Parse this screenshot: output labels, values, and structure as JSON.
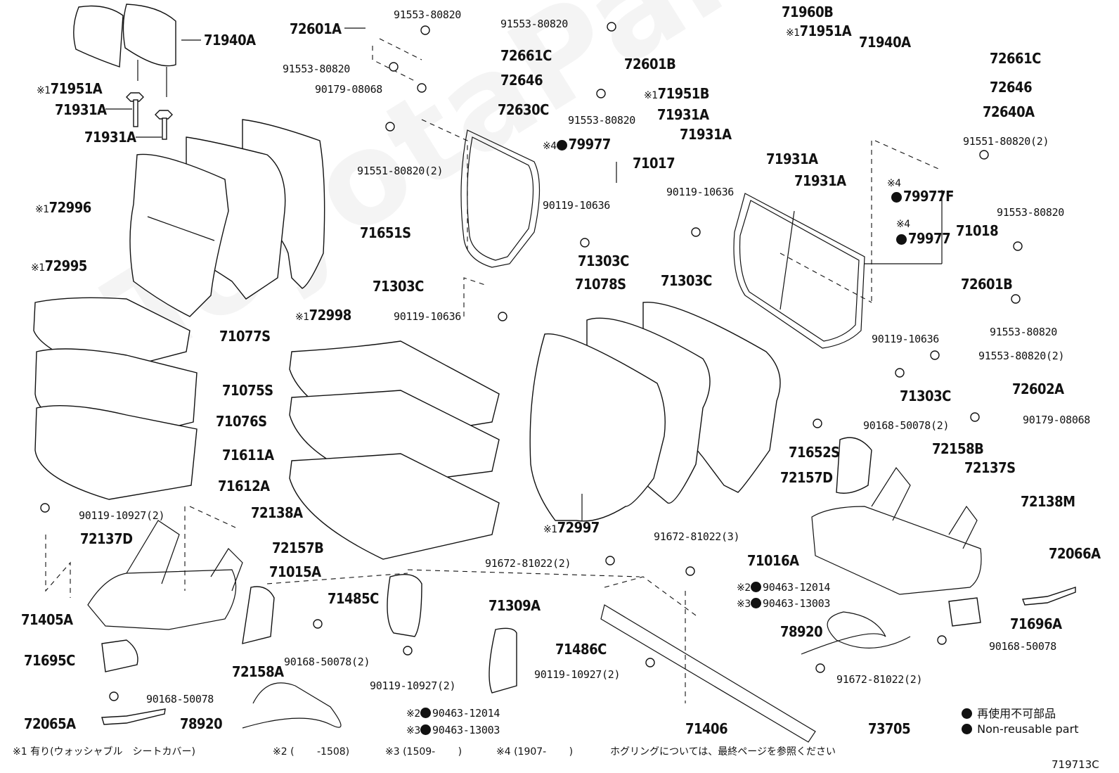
{
  "diagram": {
    "watermark": "ToyotaParts",
    "code": "719713C",
    "labels": {
      "l71940A_1": "71940A",
      "l71951A_1": "71951A",
      "l71931A_1": "71931A",
      "l71931A_2": "71931A",
      "l72601A": "72601A",
      "l91553_1": "91553-80820",
      "l91553_2": "91553-80820",
      "l90179_1": "90179-08068",
      "l72661C_1": "72661C",
      "l72646_1": "72646",
      "l72630C": "72630C",
      "l91553_3": "91553-80820",
      "l72601B_1": "72601B",
      "l91553_4": "91553-80820",
      "l71960B": "71960B",
      "l71951B": "71951B",
      "l71931A_3": "71931A",
      "l71931A_4": "71931A",
      "l71951A_2": "71951A",
      "l71940A_2": "71940A",
      "l71931A_5": "71931A",
      "l71931A_6": "71931A",
      "l72661C_2": "72661C",
      "l72646_2": "72646",
      "l72640A": "72640A",
      "l91551_2": "91551-80820(2)",
      "l91551_1": "91551-80820(2)",
      "l79977_1": "79977",
      "l71017": "71017",
      "l72996": "72996",
      "l71651S": "71651S",
      "l90119_10636_1": "90119-10636",
      "l71303C_1": "71303C",
      "l90119_10636_2": "90119-10636",
      "l71303C_2": "71303C",
      "l79977F": "79977F",
      "l79977_2": "79977",
      "l71018": "71018",
      "l91553_5": "91553-80820",
      "l72601B_2": "72601B",
      "l91553_6": "91553-80820",
      "l72995": "72995",
      "l71303C_3": "71303C",
      "l90119_10636_3": "90119-10636",
      "l71078S": "71078S",
      "l71077S": "71077S",
      "l72998": "72998",
      "l90119_10636_4": "90119-10636",
      "l91553_7": "91553-80820(2)",
      "l71303C_4": "71303C",
      "l72602A": "72602A",
      "l90179_2": "90179-08068",
      "l71075S": "71075S",
      "l71076S": "71076S",
      "l90168_1": "90168-50078(2)",
      "l71611A": "71611A",
      "l71652S": "71652S",
      "l72158B": "72158B",
      "l72157D": "72157D",
      "l72137S": "72137S",
      "l71612A": "71612A",
      "l72138M": "72138M",
      "l90119_10927_1": "90119-10927(2)",
      "l72138A": "72138A",
      "l72137D": "72137D",
      "l72157B": "72157B",
      "l72997": "72997",
      "l91672_3": "91672-81022(3)",
      "l71016A": "71016A",
      "l72066A": "72066A",
      "l91672_2a": "91672-81022(2)",
      "l71015A": "71015A",
      "l90463_12014_1": "90463-12014",
      "l90463_13003_1": "90463-13003",
      "l71485C": "71485C",
      "l71309A": "71309A",
      "l71405A": "71405A",
      "l78920_1": "78920",
      "l71696A": "71696A",
      "l90168_2": "90168-50078",
      "l71695C": "71695C",
      "l72158A": "72158A",
      "l90168_3": "90168-50078(2)",
      "l71486C": "71486C",
      "l90119_10927_2": "90119-10927(2)",
      "l90119_10927_3": "90119-10927(2)",
      "l91672_2b": "91672-81022(2)",
      "l90168_4": "90168-50078",
      "l72065A": "72065A",
      "l78920_2": "78920",
      "l90463_12014_2": "90463-12014",
      "l90463_13003_2": "90463-13003",
      "l71406": "71406",
      "l73705": "73705"
    },
    "markers": {
      "n1": "※1",
      "n2": "※2",
      "n3": "※3",
      "n4": "※4"
    },
    "legend": {
      "jp": "再使用不可部品",
      "en": "Non-reusable part"
    },
    "footnotes": {
      "f1": "※1 有り(ウォッシャブル　シートカバー)",
      "f2": "※2 (　　 -1508)",
      "f3": "※3 (1509-　　 )",
      "f4": "※4 (1907-　　 )",
      "f5": "ホグリングについては、最終ページを参照ください"
    }
  }
}
